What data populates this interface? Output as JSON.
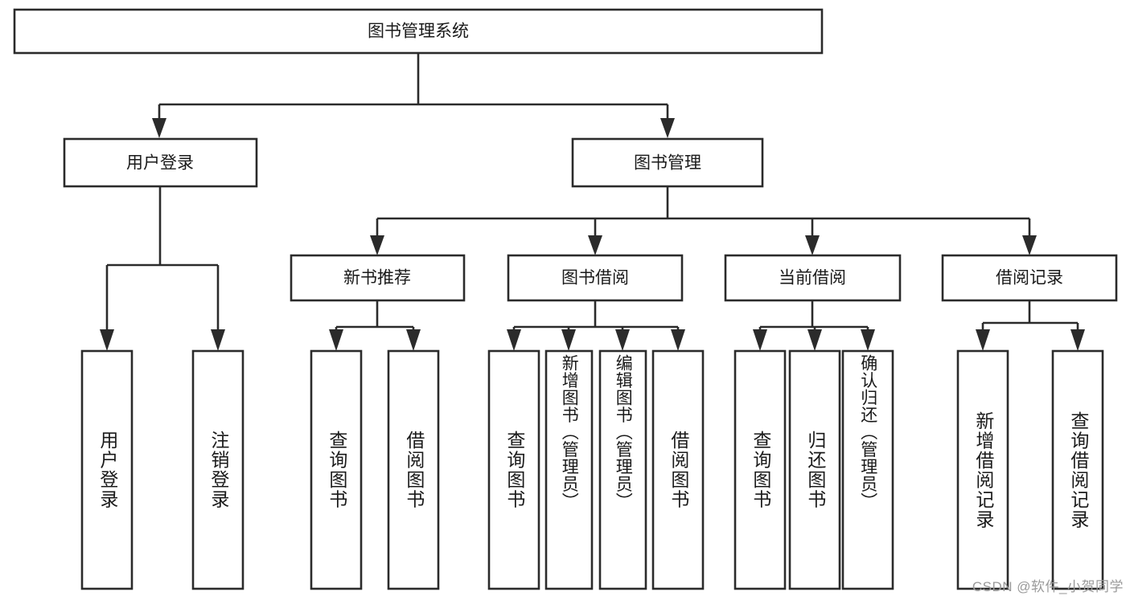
{
  "diagram": {
    "type": "tree-hierarchy-flowchart",
    "title": "图书管理系统",
    "watermark": "CSDN @软件_小贺同学",
    "colors": {
      "background": "#ffffff",
      "stroke": "#2b2b2b",
      "text": "#1a1a1a",
      "watermark": "#9a9a9a"
    },
    "levels": {
      "root": {
        "label": "图书管理系统"
      },
      "level2": [
        {
          "id": "user-login",
          "label": "用户登录"
        },
        {
          "id": "book-manage",
          "label": "图书管理"
        }
      ],
      "level3": [
        {
          "id": "new-book-recommend",
          "label": "新书推荐",
          "parent": "book-manage"
        },
        {
          "id": "book-borrow",
          "label": "图书借阅",
          "parent": "book-manage"
        },
        {
          "id": "current-borrow",
          "label": "当前借阅",
          "parent": "book-manage"
        },
        {
          "id": "borrow-record",
          "label": "借阅记录",
          "parent": "book-manage"
        }
      ],
      "leaves": [
        {
          "id": "leaf-user-login",
          "label": "用户登录",
          "parent": "user-login"
        },
        {
          "id": "leaf-user-logout",
          "label": "注销登录",
          "parent": "user-login"
        },
        {
          "id": "leaf-query-book-1",
          "label": "查询图书",
          "parent": "new-book-recommend"
        },
        {
          "id": "leaf-borrow-book-1",
          "label": "借阅图书",
          "parent": "new-book-recommend"
        },
        {
          "id": "leaf-query-book-2",
          "label": "查询图书",
          "parent": "book-borrow"
        },
        {
          "id": "leaf-add-book",
          "label": "新增图书（管理员）",
          "parent": "book-borrow"
        },
        {
          "id": "leaf-edit-book",
          "label": "编辑图书（管理员）",
          "parent": "book-borrow"
        },
        {
          "id": "leaf-borrow-book-2",
          "label": "借阅图书",
          "parent": "book-borrow"
        },
        {
          "id": "leaf-query-book-3",
          "label": "查询图书",
          "parent": "current-borrow"
        },
        {
          "id": "leaf-return-book",
          "label": "归还图书",
          "parent": "current-borrow"
        },
        {
          "id": "leaf-confirm-return",
          "label": "确认归还（管理员）",
          "parent": "current-borrow"
        },
        {
          "id": "leaf-add-record",
          "label": "新增借阅记录",
          "parent": "borrow-record"
        },
        {
          "id": "leaf-query-record",
          "label": "查询借阅记录",
          "parent": "borrow-record"
        }
      ]
    }
  }
}
